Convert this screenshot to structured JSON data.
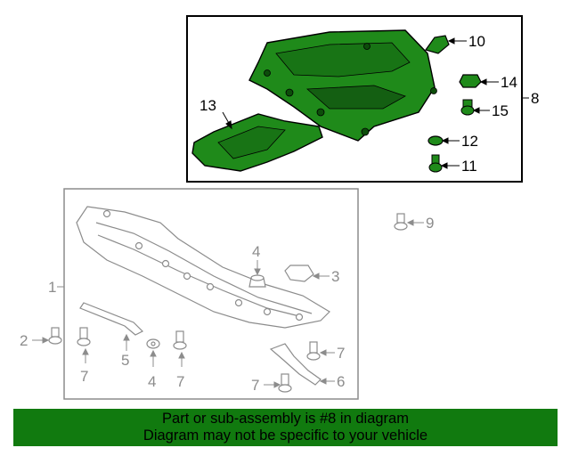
{
  "colors": {
    "highlight": "#1f8a1a",
    "highlight_dark": "#0c4d0a",
    "grey_part": "#8c8c8c",
    "banner": "#117a0f"
  },
  "callouts": {
    "c10": "10",
    "c14": "14",
    "c15": "15",
    "c12": "12",
    "c11": "11",
    "c8": "8",
    "c13": "13",
    "c9": "9",
    "c1": "1",
    "c3": "3",
    "c4a": "4",
    "c4b": "4",
    "c2": "2",
    "c5": "5",
    "c7a": "7",
    "c7b": "7",
    "c7c": "7",
    "c7d": "7",
    "c6": "6"
  },
  "banner": {
    "line1": "Part or sub-assembly is #8 in diagram",
    "line2": "Diagram may not be specific to your vehicle"
  }
}
